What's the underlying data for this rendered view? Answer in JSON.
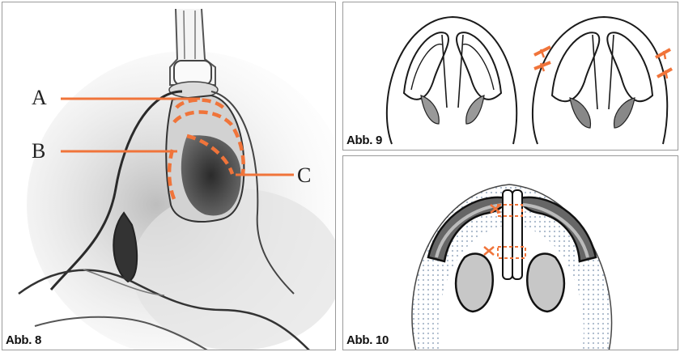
{
  "figures": [
    {
      "id": "abb8",
      "caption": "Abb. 8",
      "labels": [
        "A",
        "B",
        "C"
      ]
    },
    {
      "id": "abb9",
      "caption": "Abb. 9"
    },
    {
      "id": "abb10",
      "caption": "Abb. 10"
    }
  ],
  "colors": {
    "accent": "#f0743a",
    "stroke": "#1a1a1a",
    "shade": "#6b6b6b",
    "light_shade": "#c7d0dc"
  }
}
